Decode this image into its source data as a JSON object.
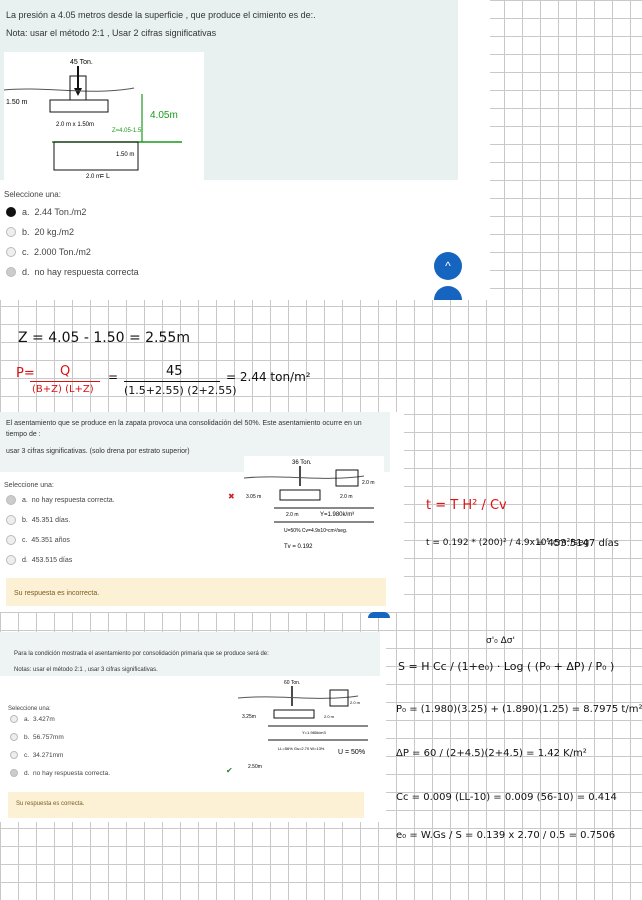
{
  "q1": {
    "title": "La presión a 4.05 metros desde la superficie , que produce el cimiento es de:.",
    "note": "Nota: usar el método 2:1 , Usar 2 cifras significativas",
    "diagram": {
      "load": "45 Ton.",
      "depth_left": "1.50 m",
      "footing": "2.0 m x 1.50m",
      "z_label": "Z=4.05-1.5",
      "right_depth": "4.05m",
      "lower_depth": "1.50 m",
      "base": "2.0 m",
      "base_hand": "= L"
    },
    "select": "Seleccione una:",
    "options": [
      {
        "letter": "a.",
        "text": "2.44 Ton./m2"
      },
      {
        "letter": "b.",
        "text": "20 kg./m2"
      },
      {
        "letter": "c.",
        "text": "2.000 Ton./m2"
      },
      {
        "letter": "d.",
        "text": "no hay respuesta correcta"
      }
    ],
    "fab_icon": "^"
  },
  "hand1": {
    "z_eq": "Z =  4.05 - 1.50 =  2.55m",
    "p_label": "P=",
    "q": "Q",
    "den_red": "(B+Z) (L+Z)",
    "eq": "=",
    "num": "45",
    "den": "(1.5+2.55) (2+2.55)",
    "result": "= 2.44 ton/m²"
  },
  "q2": {
    "title": "El asentamiento que se produce en la zapata provoca una consolidación del 50%. Este asentamiento ocurre en un tiempo de :",
    "note": "usar 3 cifras significativas. (solo drena por estrato superior)",
    "diagram": {
      "load": "36 Ton.",
      "d1": "3.05 m",
      "d2": "2.0 m",
      "d3": "2.0 m",
      "d4": "2.0 m",
      "gamma": "Y=1.980k/m³",
      "u": "U=50%  Cv=4.9x10⁵cm²/seg.",
      "tv": "Tv = 0.192"
    },
    "select": "Seleccione una:",
    "options": [
      {
        "letter": "a.",
        "text": "no hay respuesta correcta."
      },
      {
        "letter": "b.",
        "text": "45.351 días."
      },
      {
        "letter": "c.",
        "text": "45.351 años"
      },
      {
        "letter": "d.",
        "text": "453.515 días"
      }
    ],
    "wrong_mark": "✖",
    "feedback": "Su respuesta es incorrecta."
  },
  "hand2": {
    "t_formula": "t = T H² / Cv",
    "t_calc": "t =  0.192 * (200)² / 4.9x10⁵ cm²/seg",
    "t_result": "= 453.5147 días"
  },
  "q3": {
    "title": "Para la condición mostrada el asentamiento por consolidación primaria que se produce será de:",
    "note": "Notas: usar el método 2:1 ,    usar 3 cifras significativas.",
    "diagram": {
      "load": "60 Ton.",
      "d1": "3.25m",
      "d2": "2.0 m",
      "d3": "2.0 m",
      "gamma": "Y=1.980k/m3",
      "ll": "LL=56%  Gs=2.70  W=13%",
      "d4": "2.50m",
      "u": "U = 50%"
    },
    "select": "Seleccione una:",
    "options": [
      {
        "letter": "a.",
        "text": "3.427m"
      },
      {
        "letter": "b.",
        "text": "56.757mm"
      },
      {
        "letter": "c.",
        "text": "34.271mm"
      },
      {
        "letter": "d.",
        "text": "no hay respuesta correcta."
      }
    ],
    "check_mark": "✔",
    "feedback": "Su respuesta es correcta."
  },
  "hand3": {
    "top": "σ'₀    Δσ'",
    "s_formula": "S = H Cc / (1+e₀) · Log ( (P₀ + ΔP) / P₀ )",
    "p0": "P₀ = (1.980)(3.25) + (1.890)(1.25) = 8.7975 t/m²",
    "dp": "ΔP = 60 / (2+4.5)(2+4.5)  = 1.42 K/m²",
    "cc": "Cc = 0.009 (LL-10) = 0.009 (56-10) = 0.414",
    "e0": "e₀ = W.Gs / S  = 0.139 x 2.70 / 0.5  = 0.7506"
  }
}
